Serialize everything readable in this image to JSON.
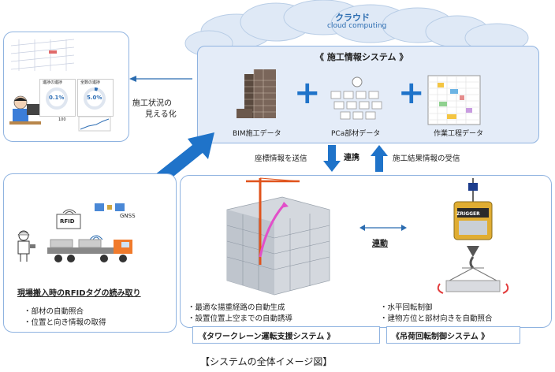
{
  "cloud": {
    "title_jp": "クラウド",
    "title_en": "cloud computing"
  },
  "system": {
    "title": "《 施工情報システム 》",
    "components": [
      {
        "label": "BIM施工データ"
      },
      {
        "label": "PCa部材データ"
      },
      {
        "label": "作業工程データ"
      }
    ]
  },
  "dashboard": {
    "caption_line1": "施工状況の",
    "caption_line2": "見える化",
    "gauge1_title": "進捗の進捗",
    "gauge1_value": "0.1%",
    "gauge2_title": "全数の進捗",
    "gauge2_value": "5.0%",
    "mini_value": "100"
  },
  "flows": {
    "send": "座標情報を送信",
    "link": "連携",
    "receive": "施工結果情報の受信",
    "interlock": "連動"
  },
  "rfid": {
    "tag_label": "RFID",
    "gnss_label": "GNSS",
    "title": "現場搬入時のRFIDタグの読み取り",
    "bullets": [
      "・部材の自動照合",
      "・位置と向き情報の取得"
    ]
  },
  "crane": {
    "bullets": [
      "・最適な揚重経路の自動生成",
      "・設置位置上空までの自動誘導"
    ],
    "title": "《タワークレーン運転支援システム 》"
  },
  "rotation": {
    "device_label": "ZRIGGER",
    "bullets": [
      "・水平回転制御",
      "・建物方位と部材向きを自動照合"
    ],
    "title": "《吊荷回転制御システム 》"
  },
  "caption": "【システムの全体イメージ図】",
  "colors": {
    "arrow": "#1f73c9",
    "border": "#8fb3e0",
    "panel": "#e4ecf8",
    "cloud": "#dfe9f6"
  }
}
